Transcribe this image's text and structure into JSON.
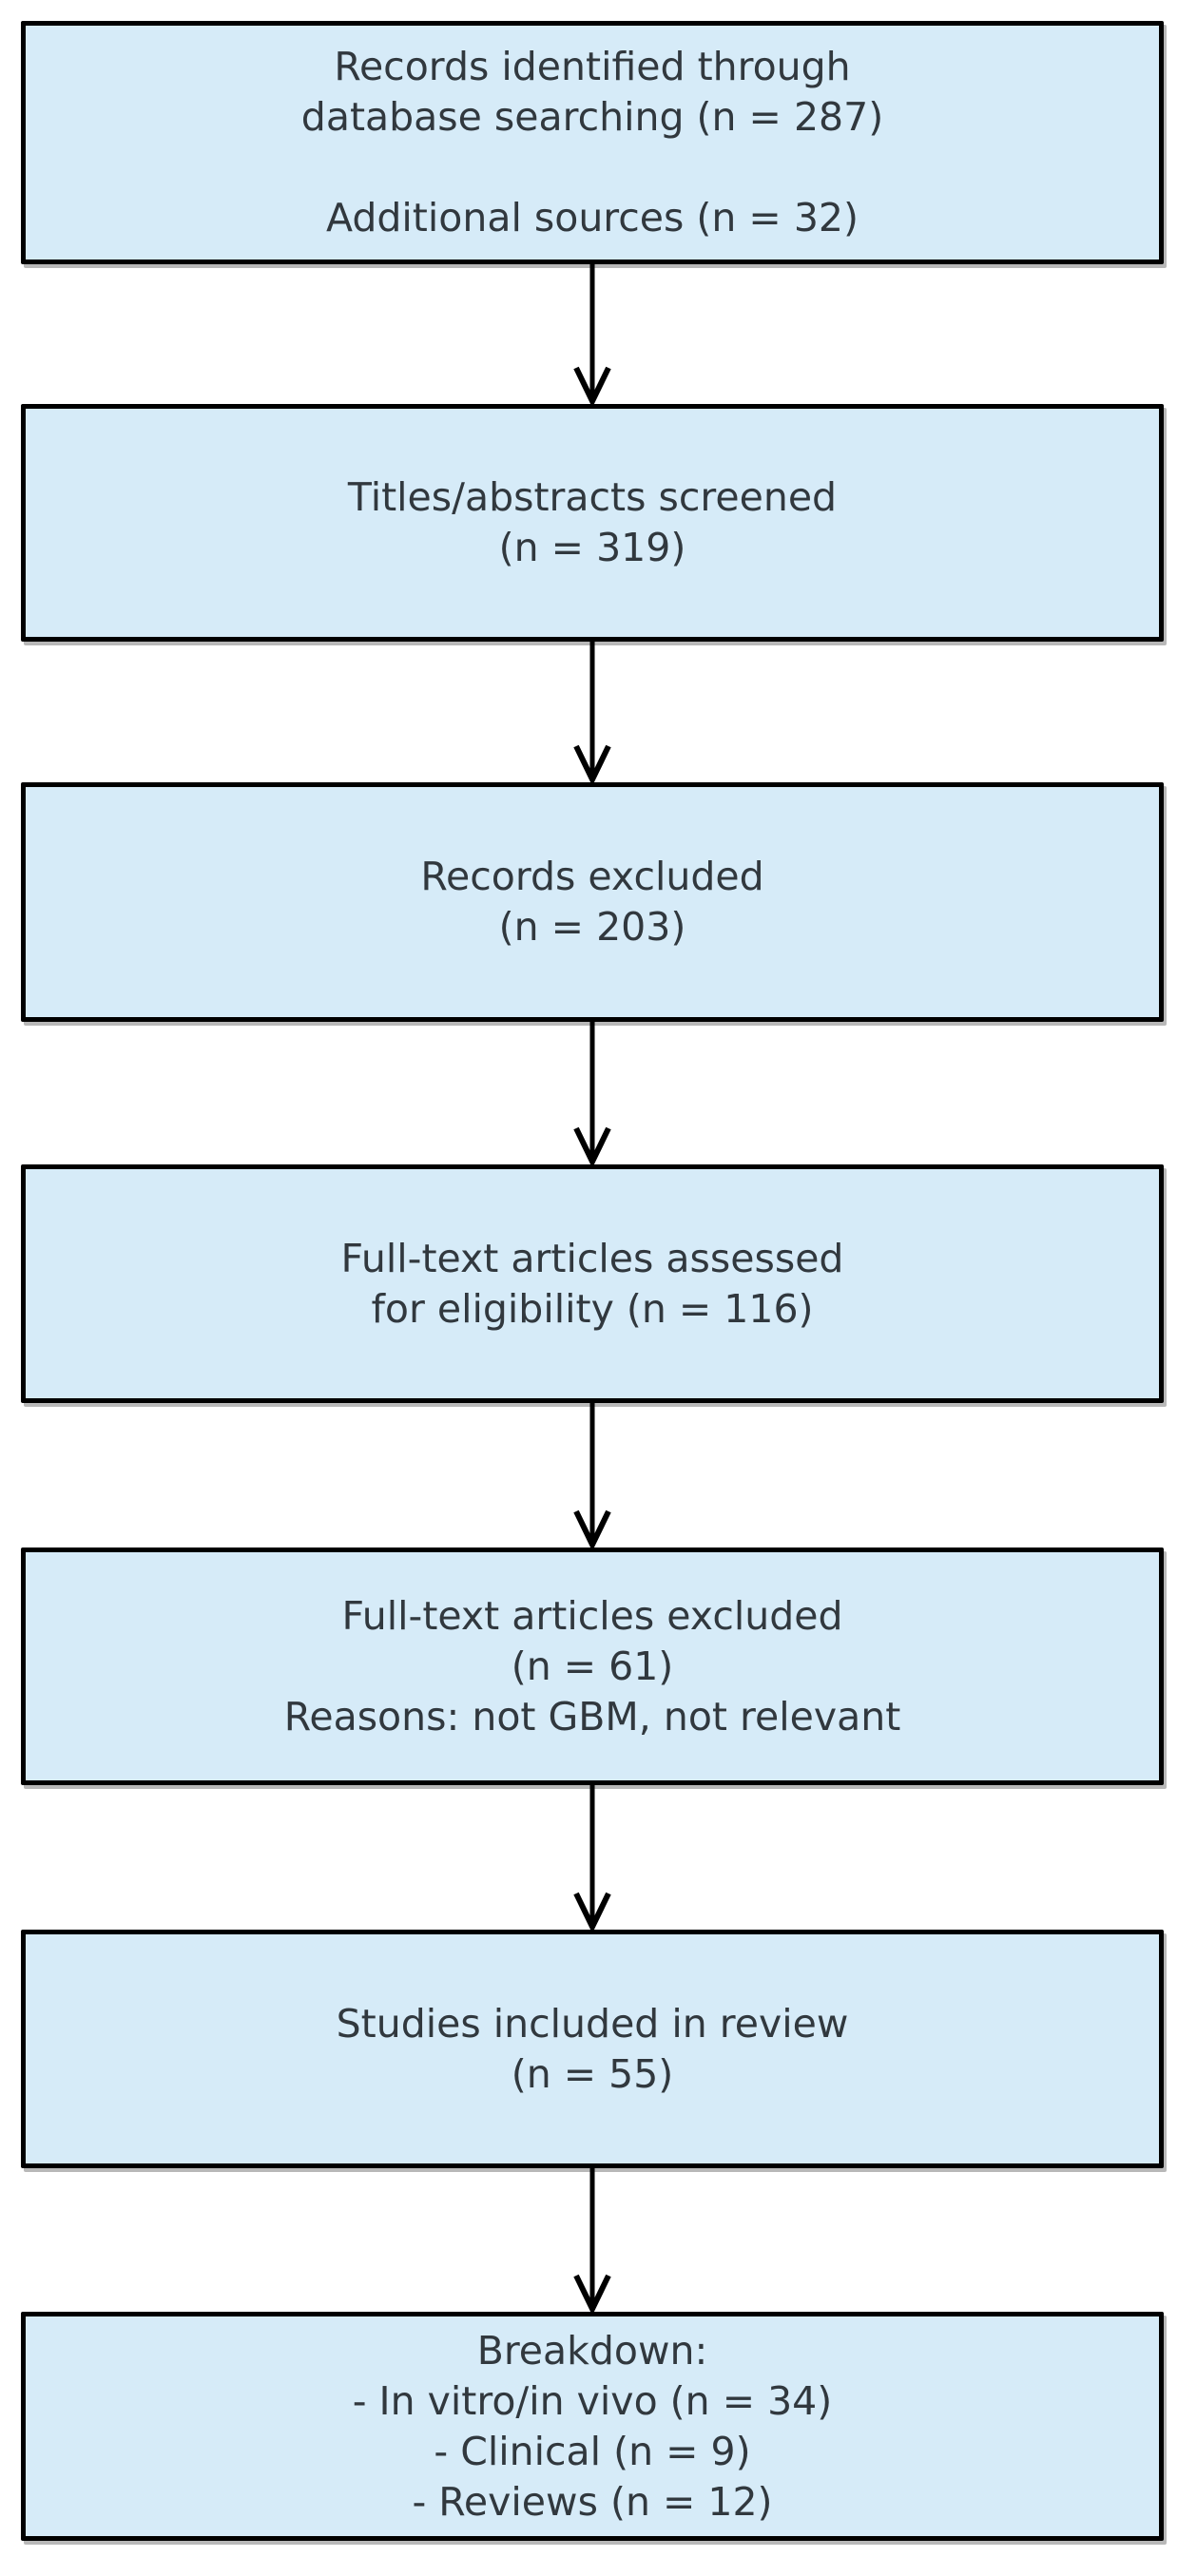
{
  "style": {
    "background": "#ffffff",
    "box_fill": "#d6ebf8",
    "box_border": "#000000",
    "text_color": "#31383e",
    "arrow_color": "#000000"
  },
  "flowchart": {
    "nodes": [
      {
        "id": "identification",
        "lines": [
          "Records identified through",
          "database searching (n = 287)",
          "",
          "Additional sources (n = 32)"
        ]
      },
      {
        "id": "titles-abstracts-screened",
        "lines": [
          "Titles/abstracts screened",
          "(n = 319)"
        ]
      },
      {
        "id": "records-excluded",
        "lines": [
          "Records excluded",
          "(n = 203)"
        ]
      },
      {
        "id": "fulltext-assessed",
        "lines": [
          "Full-text articles assessed",
          "for eligibility (n = 116)"
        ]
      },
      {
        "id": "fulltext-excluded",
        "lines": [
          "Full-text articles excluded",
          "(n = 61)",
          "Reasons: not GBM, not relevant"
        ]
      },
      {
        "id": "studies-included",
        "lines": [
          "Studies included in review",
          "(n = 55)"
        ]
      },
      {
        "id": "breakdown",
        "lines": [
          "Breakdown:",
          "- In vitro/in vivo (n = 34)",
          "- Clinical (n = 9)",
          "- Reviews (n = 12)"
        ]
      }
    ]
  }
}
